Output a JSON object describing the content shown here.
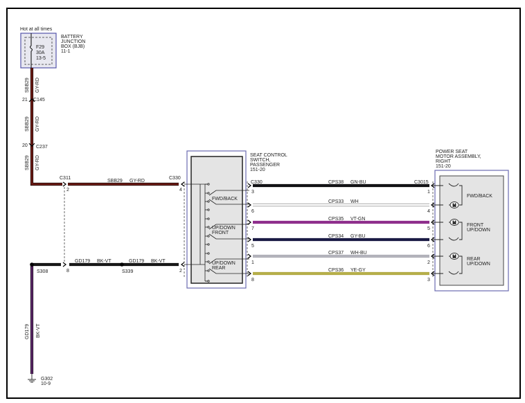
{
  "power_source": {
    "label": "Hot at all times"
  },
  "fuse": {
    "id": "F29",
    "rating": "30A",
    "ref": "13-5"
  },
  "bjb": {
    "line1": "BATTERY",
    "line2": "JUNCTION",
    "line3": "BOX (BJB)",
    "line4": "11-1"
  },
  "feed_wire": {
    "circuit": "SBB29",
    "color_code": "GY-RD",
    "color": "#6b1a14"
  },
  "connectors": {
    "c145": {
      "name": "C145",
      "pin": "21"
    },
    "c237": {
      "name": "C237",
      "pin": "20"
    },
    "c311": {
      "name": "C311",
      "pin_feed": "2",
      "pin_ground": "8"
    },
    "c330": {
      "name": "C330",
      "pin_feed": "4",
      "pin_ground": "2"
    },
    "c330_out": {
      "name": "C330"
    },
    "c3015": {
      "name": "C3015"
    }
  },
  "ground_wire": {
    "circuit": "GD179",
    "color_code": "BK-VT",
    "splice1": "S308",
    "splice2": "S339",
    "ground": "G302",
    "ground_ref": "10-9",
    "color": "#1a1a1a",
    "vertical_color": "#5b2768"
  },
  "seat_switch": {
    "line1": "SEAT CONTROL",
    "line2": "SWITCH,",
    "line3": "PASSENGER",
    "line4": "151-20",
    "switches": [
      {
        "l1": "FWD/BACK",
        "l2": ""
      },
      {
        "l1": "UP/DOWN",
        "l2": "FRONT"
      },
      {
        "l1": "UP/DOWN",
        "l2": "REAR"
      }
    ]
  },
  "motor_assembly": {
    "line1": "POWER SEAT",
    "line2": "MOTOR ASSEMBLY,",
    "line3": "RIGHT",
    "line4": "151-20",
    "motors": [
      {
        "l1": "FWD/BACK",
        "l2": ""
      },
      {
        "l1": "FRONT",
        "l2": "UP/DOWN"
      },
      {
        "l1": "REAR",
        "l2": "UP/DOWN"
      }
    ],
    "motor_symbol": "M"
  },
  "wires": [
    {
      "circuit": "CPS38",
      "color_code": "GN-BU",
      "pin_left": "3",
      "pin_right": "1",
      "color": "#141418",
      "outline": "#000000"
    },
    {
      "circuit": "CPS33",
      "color_code": "WH",
      "pin_left": "6",
      "pin_right": "4",
      "color": "#ffffff",
      "outline": "#777777"
    },
    {
      "circuit": "CPS35",
      "color_code": "VT-GN",
      "pin_left": "7",
      "pin_right": "5",
      "color": "#8e2f8c",
      "outline": "#8e2f8c"
    },
    {
      "circuit": "CPS34",
      "color_code": "GY-BU",
      "pin_left": "5",
      "pin_right": "6",
      "color": "#1b1b45",
      "outline": "#1b1b45"
    },
    {
      "circuit": "CPS37",
      "color_code": "WH-BU",
      "pin_left": "1",
      "pin_right": "2",
      "color": "#b4b4bc",
      "outline": "#a8a8b0"
    },
    {
      "circuit": "CPS36",
      "color_code": "YE-GY",
      "pin_left": "8",
      "pin_right": "3",
      "color": "#b7b04a",
      "outline": "#a8a13e"
    }
  ]
}
